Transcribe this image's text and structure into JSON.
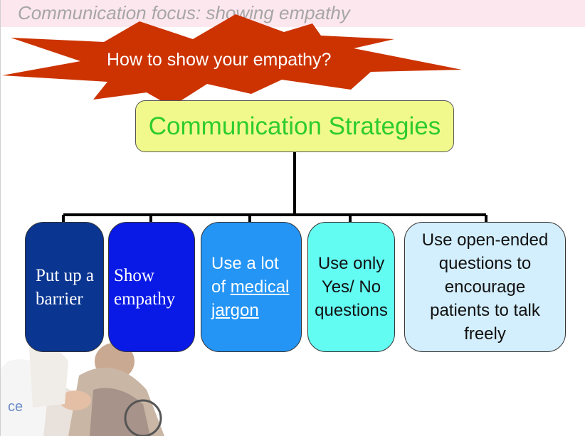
{
  "header": {
    "title": "Communication focus: showing empathy"
  },
  "banner": {
    "text": "How to show your empathy?",
    "color": "#cc3300"
  },
  "diagram": {
    "root": {
      "label": "Communication Strategies",
      "fill": "#f1f98c",
      "text_color": "#2ecc2e"
    },
    "children": [
      {
        "lines": [
          "Put up a",
          "barrier"
        ],
        "fill": "#0a3591"
      },
      {
        "lines": [
          "Show",
          "empathy"
        ],
        "fill": "#0919e6"
      },
      {
        "lines": [
          "Use a lot",
          "of ",
          "medical",
          "jargon"
        ],
        "fill": "#2495f5"
      },
      {
        "lines": [
          "Use only",
          "Yes/ No",
          "questions"
        ],
        "fill": "#63fcf2"
      },
      {
        "lines": [
          "Use open-ended",
          "questions to",
          "encourage",
          "patients to talk",
          "freely"
        ],
        "fill": "#d3eefd"
      }
    ]
  },
  "photo": {
    "subject": "caregiver-with-patient-in-wheelchair",
    "text": "ce"
  }
}
